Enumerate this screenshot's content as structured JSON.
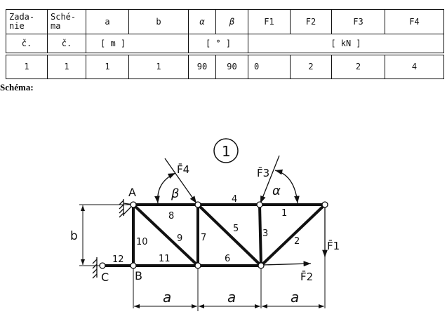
{
  "table": {
    "headers": [
      "Zada-\nnie",
      "Sché-\nma",
      "a",
      "b",
      "α",
      "β",
      "F1",
      "F2",
      "F3",
      "F4"
    ],
    "units": {
      "c1": "č.",
      "c2": "č.",
      "length": "[ m ]",
      "angle": "[ ° ]",
      "force": "[ kN ]"
    },
    "values": [
      "1",
      "1",
      "1",
      "1",
      "90",
      "90",
      "0",
      "2",
      "2",
      "4"
    ]
  },
  "section_label": "Schéma:",
  "diagram": {
    "scheme_number": "1",
    "nodes": {
      "A": "A",
      "B": "B",
      "C": "C"
    },
    "members": [
      "1",
      "2",
      "3",
      "4",
      "5",
      "6",
      "7",
      "8",
      "9",
      "10",
      "11",
      "12"
    ],
    "forces": {
      "F1": "F̄1",
      "F2": "F̄2",
      "F3": "F̄3",
      "F4": "F̄4"
    },
    "angles": {
      "alpha": "α",
      "beta": "β"
    },
    "dims": {
      "a": "a",
      "b": "b"
    }
  }
}
